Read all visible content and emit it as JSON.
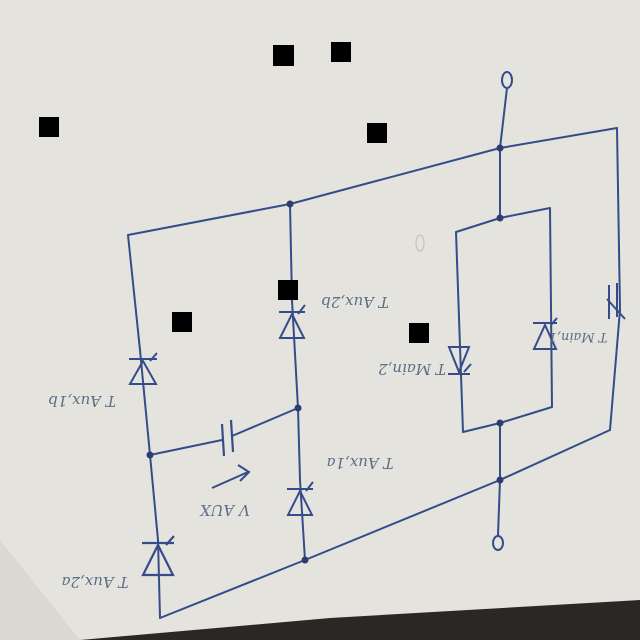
{
  "diagram": {
    "labels": {
      "aux_1b": "T Aux,1b",
      "aux_2b": "T Aux,2b",
      "aux_1a": "T Aux,1a",
      "aux_2a": "T Aux,2a",
      "main_2": "T Main,2",
      "main_1": "T Main,1",
      "v_aux": "V AUX"
    },
    "colors": {
      "paper": "#e4e3dd",
      "ink": "#344c8a",
      "pencil": "#5a6f86",
      "redaction": "#000000"
    },
    "components": [
      "thyristor-aux-1b",
      "thyristor-aux-2b",
      "thyristor-aux-1a",
      "thyristor-aux-2a",
      "thyristor-main-2",
      "thyristor-main-1",
      "thyristor-right",
      "capacitor",
      "terminal-top",
      "terminal-bottom"
    ]
  }
}
